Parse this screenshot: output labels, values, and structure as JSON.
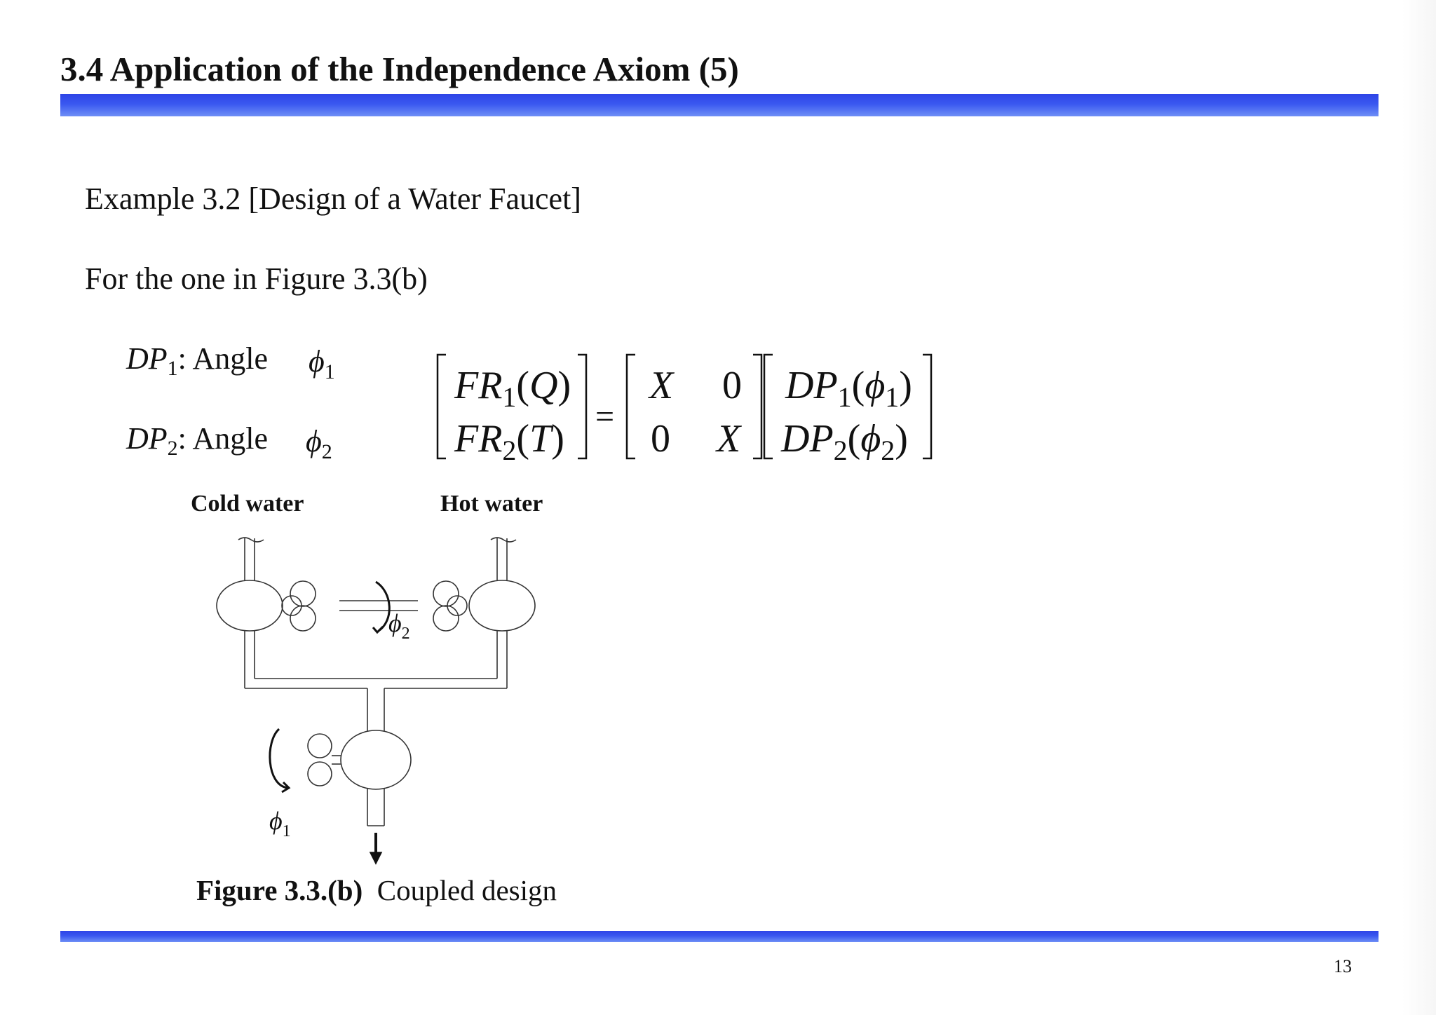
{
  "title": "3.4  Application of the Independence Axiom (5)",
  "example": "Example 3.2 [Design of a Water Faucet]",
  "subtitle": "For the one in Figure 3.3(b)",
  "dp1": {
    "prefix": "DP",
    "sub": "1",
    "label": ": Angle",
    "phi": "ϕ",
    "phi_sub": "1"
  },
  "dp2": {
    "prefix": "DP",
    "sub": "2",
    "label": ": Angle",
    "phi": "ϕ",
    "phi_sub": "2"
  },
  "equation": {
    "lhs": [
      "FR1(Q)",
      "FR2(T)"
    ],
    "equals": "=",
    "matrix": [
      [
        "X",
        "0"
      ],
      [
        "0",
        "X"
      ]
    ],
    "rhs": [
      "DP1(ϕ1)",
      "DP2(ϕ2)"
    ]
  },
  "figure": {
    "cold_label": "Cold water",
    "hot_label": "Hot water",
    "phi1_label": "ϕ",
    "phi1_sub": "1",
    "phi2_label": "ϕ",
    "phi2_sub": "2",
    "caption_bold": "Figure 3.3.(b)",
    "caption_text": "Coupled design"
  },
  "page_number": "13",
  "colors": {
    "accent_bar": "#3a58f0"
  }
}
